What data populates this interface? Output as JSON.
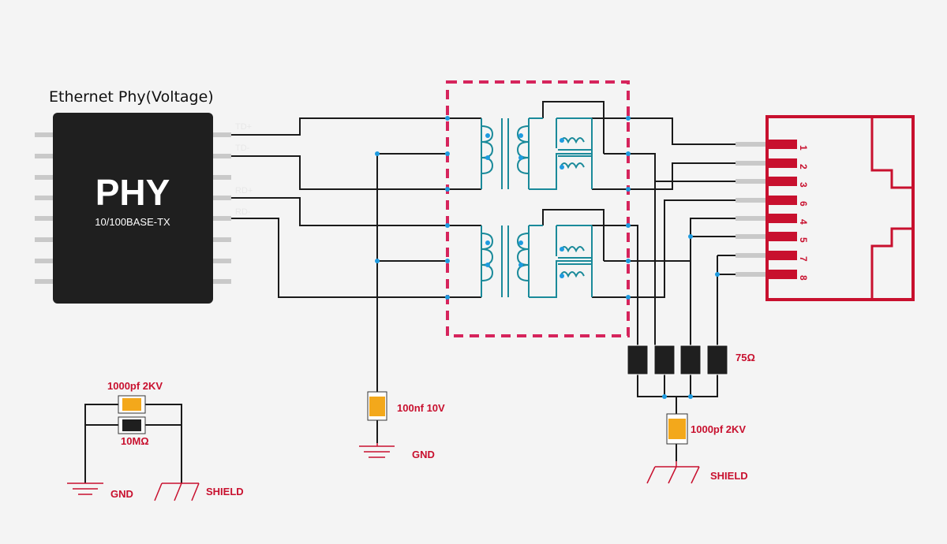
{
  "phy": {
    "title": "Ethernet Phy(Voltage)",
    "chip_label": "PHY",
    "chip_sublabel": "10/100BASE-TX",
    "pins": [
      "TD+",
      "TD-",
      "RD+",
      "RD-"
    ]
  },
  "rj45": {
    "pins": [
      "1",
      "2",
      "3",
      "6",
      "4",
      "5",
      "7",
      "8"
    ]
  },
  "components": {
    "center_cap": "100nf 10V",
    "center_gnd": "GND",
    "termination": "75Ω",
    "shield_cap": "1000pf 2KV",
    "shield_ground": "SHIELD",
    "legend_cap": "1000pf 2KV",
    "legend_res": "10MΩ",
    "legend_gnd": "GND",
    "legend_shield": "SHIELD"
  },
  "colors": {
    "accent_red": "#c8102e",
    "magenta_dash": "#d6245c",
    "coil_teal": "#1a8a9a",
    "junction_blue": "#1e9be0",
    "cap_orange": "#f3a81b",
    "chip_dark": "#1f1f1f"
  }
}
